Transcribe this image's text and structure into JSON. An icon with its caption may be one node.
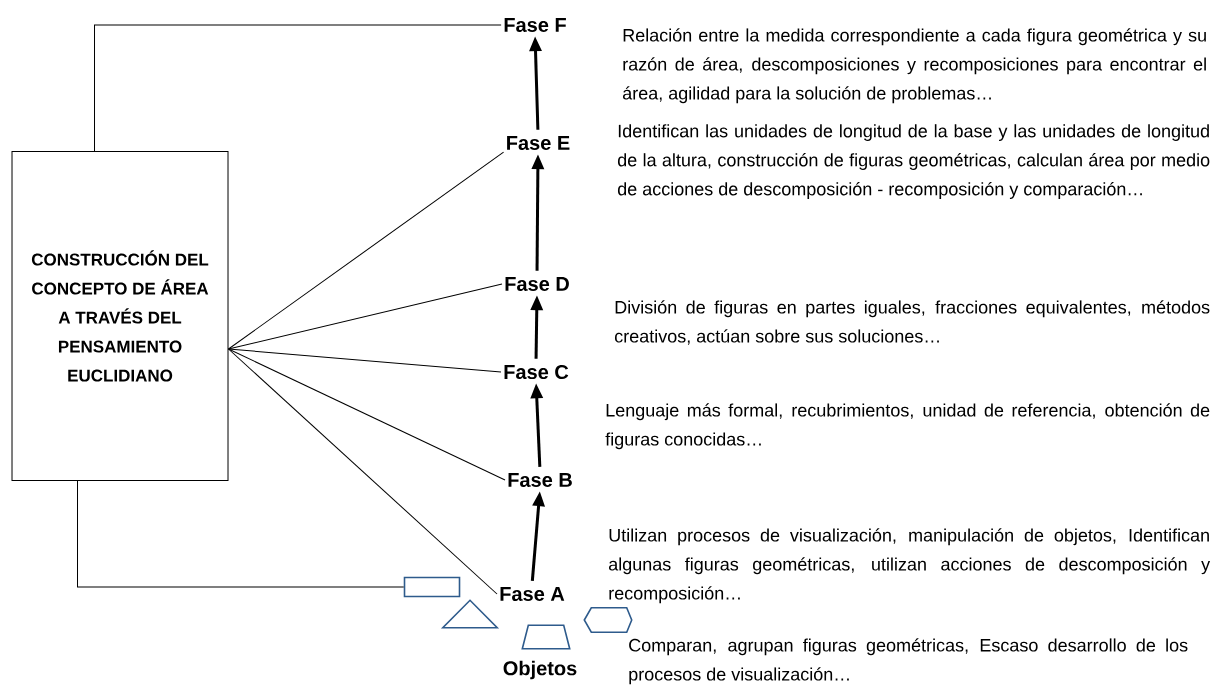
{
  "diagram": {
    "nodes": [
      {
        "text": [
          "CONSTRUCCIÓN DEL CONCEPTO DE ÁREA A TRAVÉS DEL PENSAMIENTO EUCLIDIANO"
        ]
      },
      {
        "text": [
          "Fase F"
        ]
      },
      {
        "text": [
          "Fase E"
        ]
      },
      {
        "text": [
          "Fase D"
        ]
      },
      {
        "text": [
          "Fase C"
        ]
      },
      {
        "text": [
          "Fase B"
        ]
      },
      {
        "text": [
          "Fase A"
        ]
      },
      {
        "text": [],
        "shape": "box"
      },
      {
        "text": [],
        "shape": "triangle"
      },
      {
        "text": [],
        "shape": "trapezoid"
      },
      {
        "text": [],
        "shape": "hexagon"
      },
      {
        "text": [
          "Objetos"
        ]
      }
    ],
    "edges": [
      {
        "from": 0,
        "to": 1,
        "arrow": "none"
      },
      {
        "from": 0,
        "to": 2,
        "arrow": "none"
      },
      {
        "from": 0,
        "to": 3,
        "arrow": "none"
      },
      {
        "from": 0,
        "to": 4,
        "arrow": "none"
      },
      {
        "from": 0,
        "to": 5,
        "arrow": "none"
      },
      {
        "from": 0,
        "to": 6,
        "arrow": "none"
      },
      {
        "from": 0,
        "to": 7,
        "arrow": "none"
      },
      {
        "from": 6,
        "to": 5,
        "arrow": "to",
        "style": "thick"
      },
      {
        "from": 5,
        "to": 4,
        "arrow": "to",
        "style": "thick"
      },
      {
        "from": 4,
        "to": 3,
        "arrow": "to",
        "style": "thick"
      },
      {
        "from": 3,
        "to": 2,
        "arrow": "to",
        "style": "thick"
      },
      {
        "from": 2,
        "to": 1,
        "arrow": "to",
        "style": "thick"
      }
    ],
    "labels": [
      "Relación entre la medida correspondiente a cada figura geométrica y su razón de área, descomposiciones y recomposiciones para encontrar el área, agilidad para la solución de problemas…",
      "Identifican las unidades de longitud de la base y las unidades de longitud de la altura, construcción de figuras geométricas, calculan área por medio de acciones de descomposición - recomposición y comparación…",
      "División de figuras en partes iguales, fracciones equivalentes, métodos creativos, actúan sobre sus soluciones…",
      "Lenguaje más formal, recubrimientos, unidad de referencia, obtención de figuras conocidas…",
      "Utilizan procesos de visualización, manipulación de objetos, Identifican algunas figuras geométricas, utilizan acciones de descomposición y recomposición…",
      "Comparan, agrupan figuras geométricas, Escaso desarrollo de los procesos de visualización…"
    ]
  }
}
